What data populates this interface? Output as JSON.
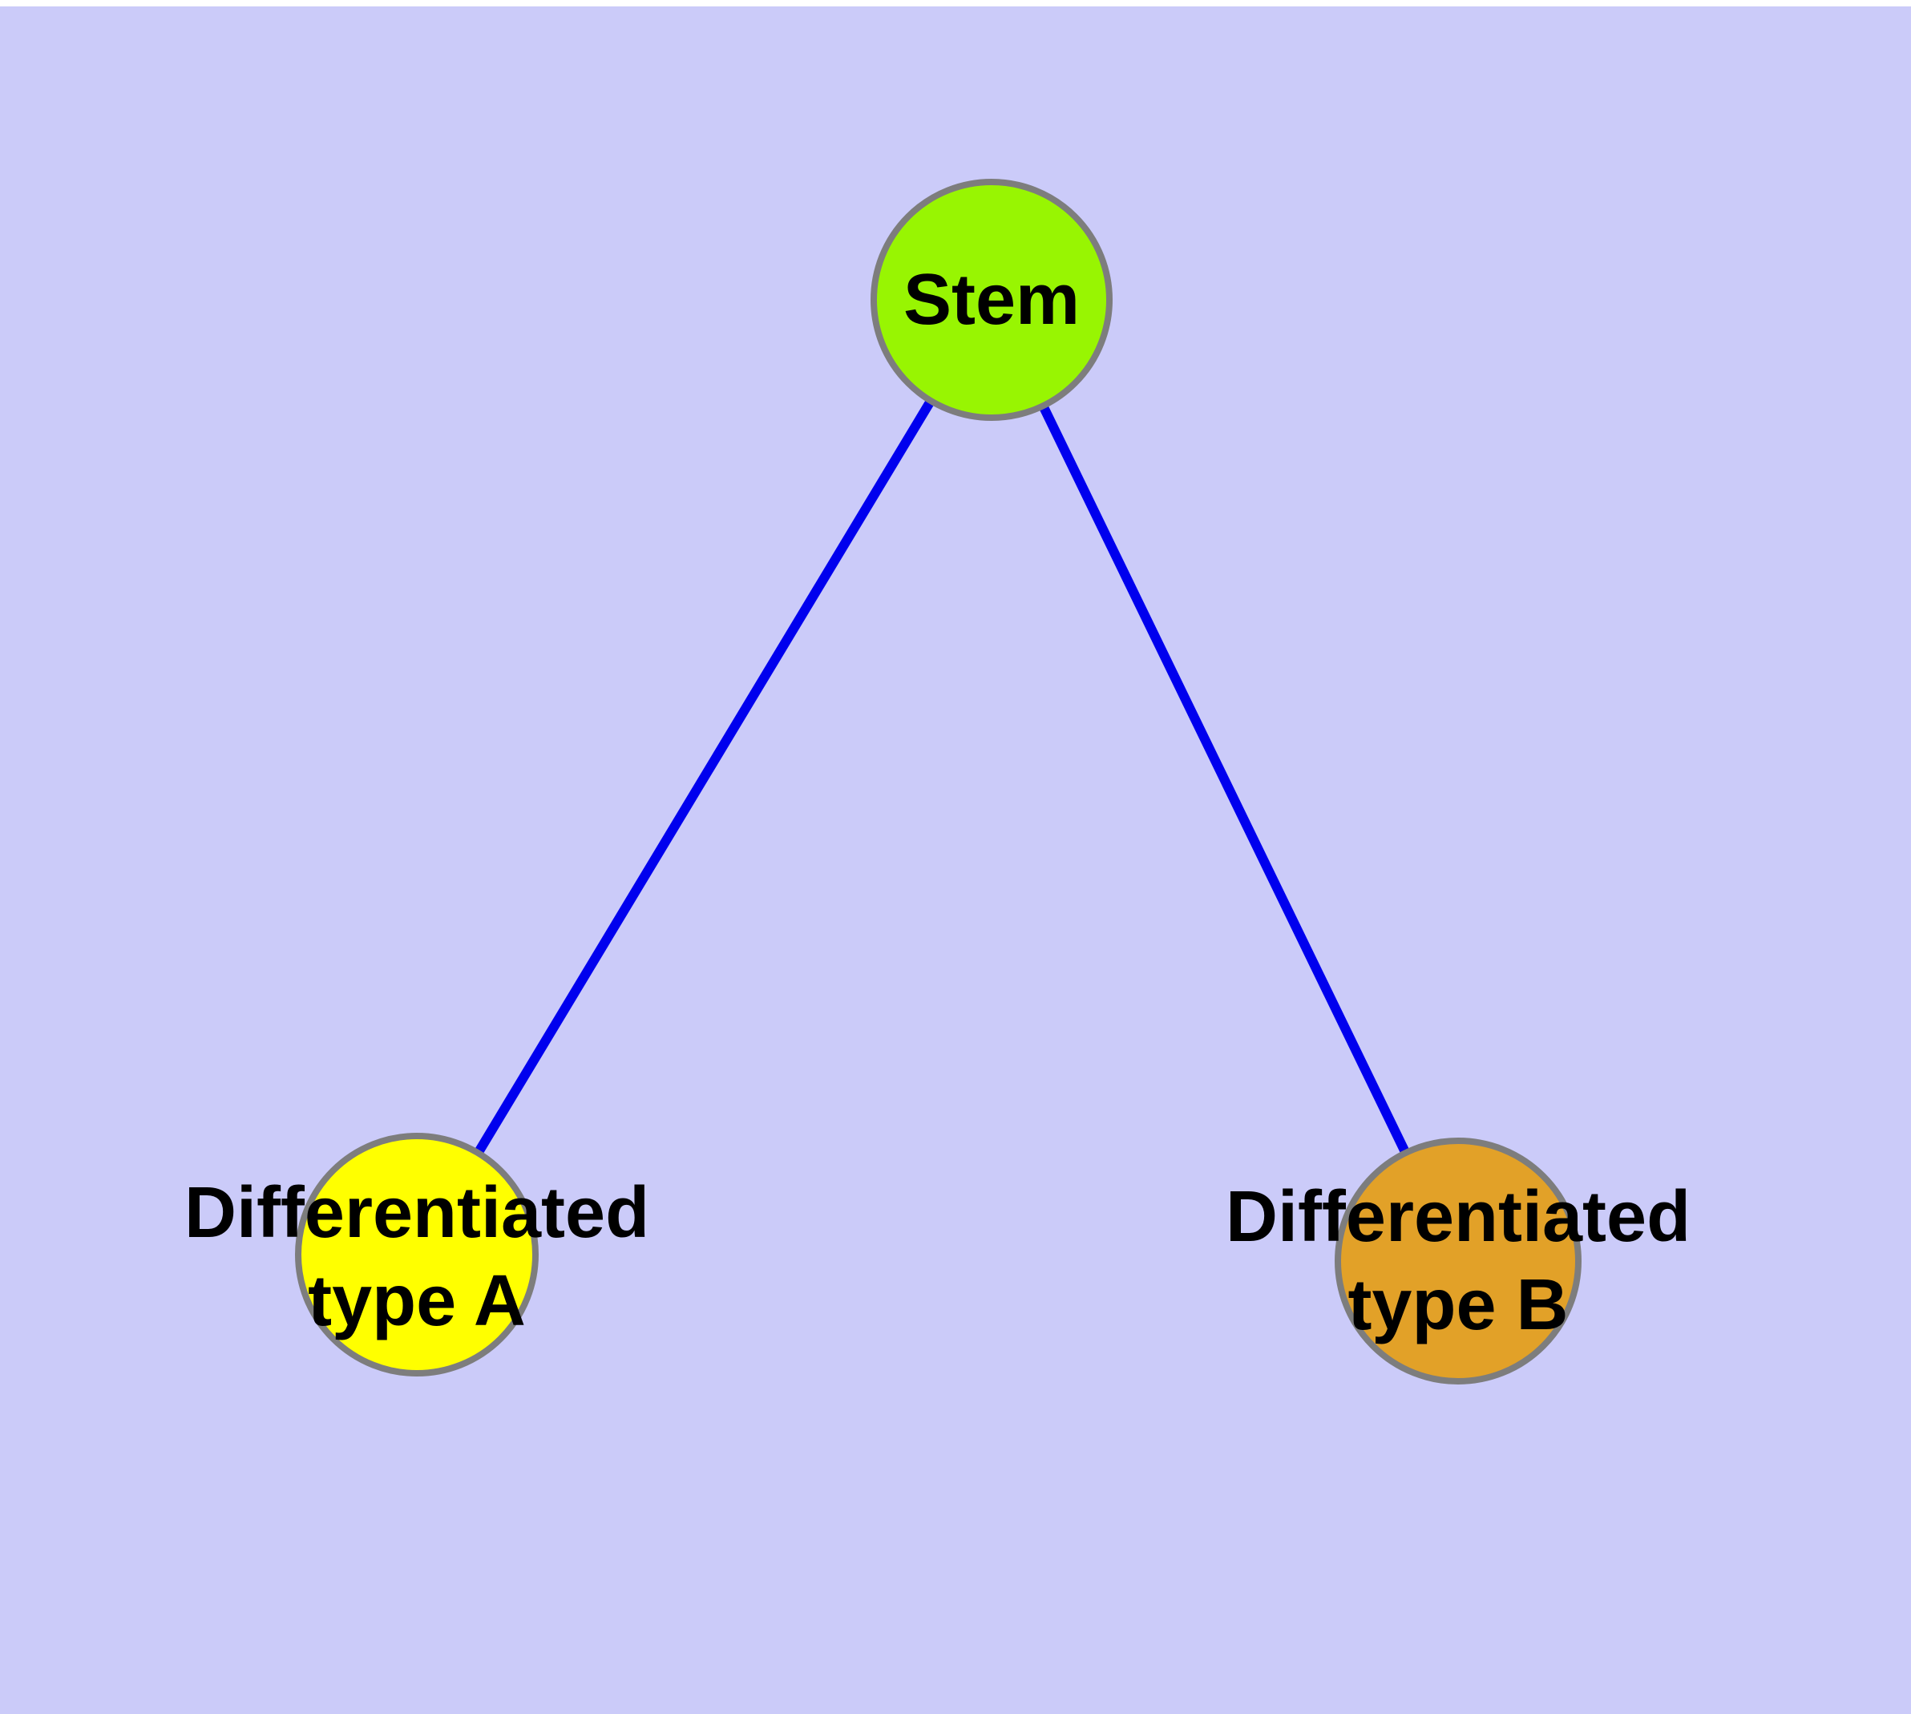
{
  "diagram": {
    "background_color": "#cbcbf9",
    "top_strip_color": "#ffffff",
    "text_color": "#000000",
    "edge_color": "#0000ee",
    "node_border_color": "#7d7d7d",
    "nodes": [
      {
        "id": "stem",
        "label": "Stem",
        "color": "#98f502"
      },
      {
        "id": "differentiated-type-a",
        "label": "Differentiated\ntype A",
        "color": "#ffff00"
      },
      {
        "id": "differentiated-type-b",
        "label": "Differentiated\ntype B",
        "color": "#e2a128"
      }
    ],
    "edges": [
      {
        "from": "stem",
        "to": "differentiated-type-a"
      },
      {
        "from": "stem",
        "to": "differentiated-type-b"
      }
    ]
  }
}
